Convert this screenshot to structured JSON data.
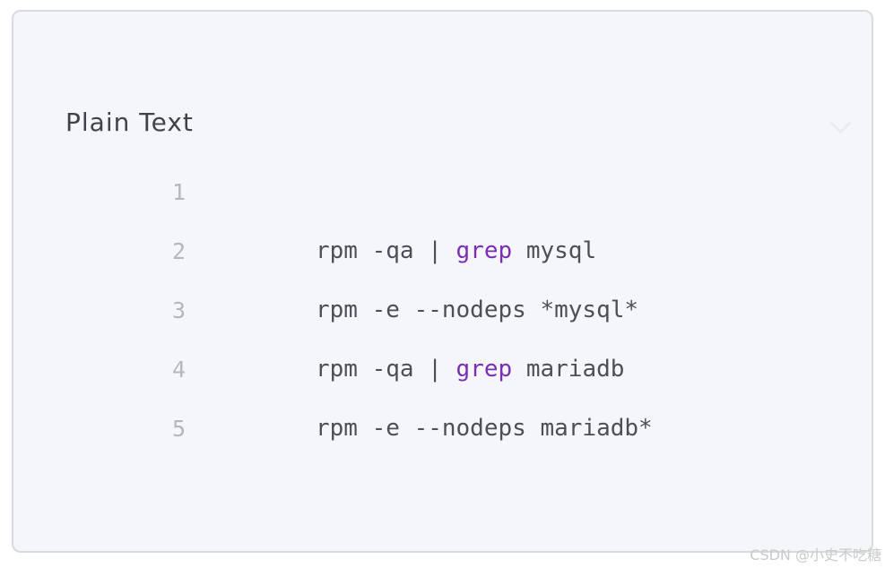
{
  "header": {
    "title": "Plain Text",
    "collapse_icon": "chevron-down"
  },
  "code_block": {
    "lines": [
      {
        "number": "1",
        "tokens": []
      },
      {
        "number": "2",
        "tokens": [
          {
            "type": "plain",
            "text": "rpm -qa | "
          },
          {
            "type": "keyword",
            "text": "grep"
          },
          {
            "type": "plain",
            "text": " mysql"
          }
        ]
      },
      {
        "number": "3",
        "tokens": [
          {
            "type": "plain",
            "text": "rpm -e --nodeps *mysql*"
          }
        ]
      },
      {
        "number": "4",
        "tokens": [
          {
            "type": "plain",
            "text": "rpm -qa | "
          },
          {
            "type": "keyword",
            "text": "grep"
          },
          {
            "type": "plain",
            "text": " mariadb"
          }
        ]
      },
      {
        "number": "5",
        "tokens": [
          {
            "type": "plain",
            "text": "rpm -e --nodeps mariadb*"
          }
        ]
      }
    ]
  },
  "watermark": {
    "text": "CSDN @小史不吃糖"
  },
  "colors": {
    "page_bg": "#ffffff",
    "card_bg": "#f5f6f9",
    "card_border": "#d8dadd",
    "title_text": "#3e434d",
    "line_number": "#b3b7be",
    "code_plain": "#4b4f58",
    "code_keyword": "#7a2fb3",
    "watermark": "#c9cacc",
    "chevron": "#e9ebf0"
  }
}
